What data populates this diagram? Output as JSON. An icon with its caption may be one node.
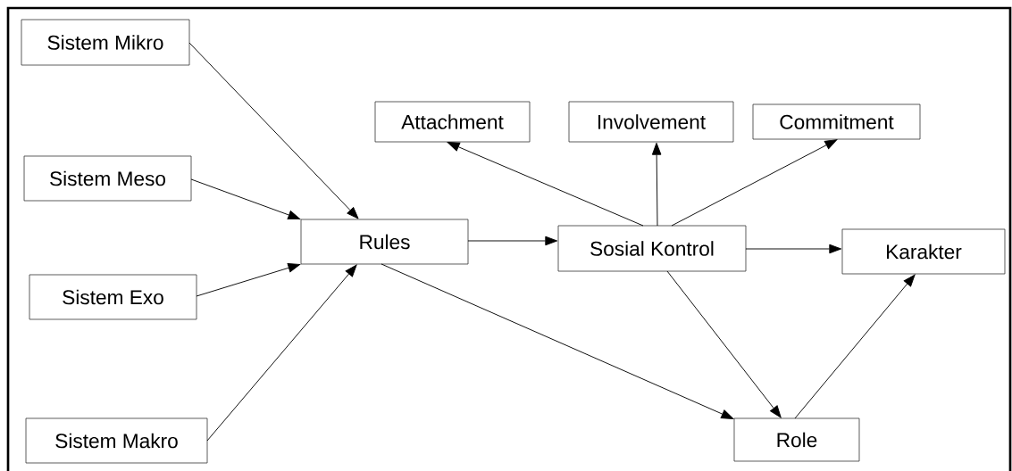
{
  "diagram": {
    "nodes": [
      {
        "text": [
          "Sistem Mikro"
        ]
      },
      {
        "text": [
          "Sistem Meso"
        ]
      },
      {
        "text": [
          "Sistem Exo"
        ]
      },
      {
        "text": [
          "Sistem Makro"
        ]
      },
      {
        "text": [
          "Rules"
        ]
      },
      {
        "text": [
          "Attachment"
        ]
      },
      {
        "text": [
          "Involvement"
        ]
      },
      {
        "text": [
          "Commitment"
        ]
      },
      {
        "text": [
          "Sosial Kontrol"
        ]
      },
      {
        "text": [
          "Karakter"
        ]
      },
      {
        "text": [
          "Role"
        ]
      }
    ],
    "edges": [
      {
        "from": 0,
        "to": 4,
        "arrow": "to"
      },
      {
        "from": 1,
        "to": 4,
        "arrow": "to"
      },
      {
        "from": 2,
        "to": 4,
        "arrow": "to"
      },
      {
        "from": 3,
        "to": 4,
        "arrow": "to"
      },
      {
        "from": 4,
        "to": 8,
        "arrow": "to"
      },
      {
        "from": 8,
        "to": 5,
        "arrow": "to"
      },
      {
        "from": 8,
        "to": 6,
        "arrow": "to"
      },
      {
        "from": 8,
        "to": 7,
        "arrow": "to"
      },
      {
        "from": 8,
        "to": 9,
        "arrow": "to"
      },
      {
        "from": 8,
        "to": 10,
        "arrow": "to"
      },
      {
        "from": 4,
        "to": 10,
        "arrow": "to"
      },
      {
        "from": 10,
        "to": 9,
        "arrow": "to"
      }
    ]
  }
}
